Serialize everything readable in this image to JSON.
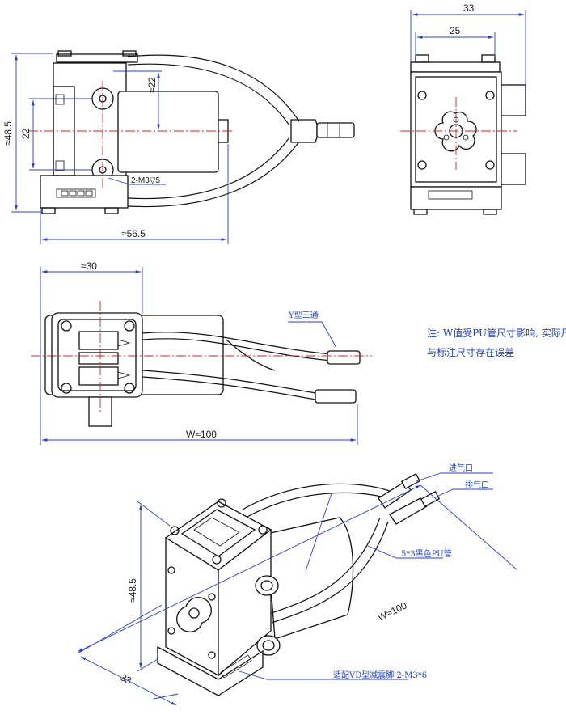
{
  "dimensions": {
    "top_view_height": "≈48.5",
    "top_view_width": "≈56.5",
    "top_view_hole_spacing": "22",
    "top_view_offset": "≈22",
    "mount_screw_callout": "2-M3▽5",
    "side_view_width": "33",
    "side_view_inner_width": "25",
    "front_view_depth": "≈30",
    "front_view_length": "W≈100",
    "iso_height": "≈48.5",
    "iso_width": "33",
    "iso_length": "W≈100"
  },
  "labels": {
    "y_connector": "Y型三通",
    "inlet": "进气口",
    "outlet": "排气口",
    "tube_spec": "5*3黑色PU管",
    "damper_note": "适配VD型减震脚 2-M3*6"
  },
  "note": {
    "line1": "注: W值受PU管尺寸影响, 实际尺寸",
    "line2": "与标注尺寸存在误差"
  }
}
